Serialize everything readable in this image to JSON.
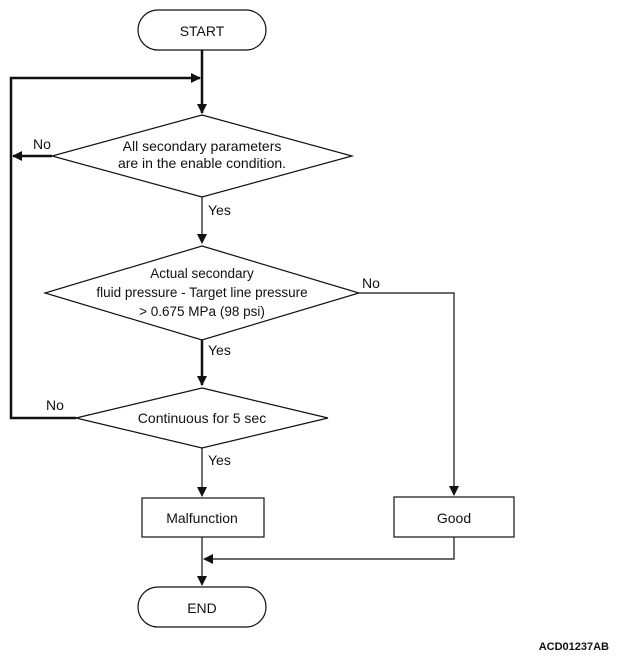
{
  "nodes": {
    "start": "START",
    "decision1": {
      "line1": "All secondary parameters",
      "line2": "are in the enable condition."
    },
    "decision2": {
      "line1": "Actual secondary",
      "line2": "fluid pressure - Target line pressure",
      "line3": "> 0.675 MPa (98 psi)"
    },
    "decision3": "Continuous for 5 sec",
    "malfunction": "Malfunction",
    "good": "Good",
    "end": "END"
  },
  "edges": {
    "d1_no": "No",
    "d1_yes": "Yes",
    "d2_no": "No",
    "d2_yes": "Yes",
    "d3_no": "No",
    "d3_yes": "Yes"
  },
  "figure_code": "ACD01237AB"
}
